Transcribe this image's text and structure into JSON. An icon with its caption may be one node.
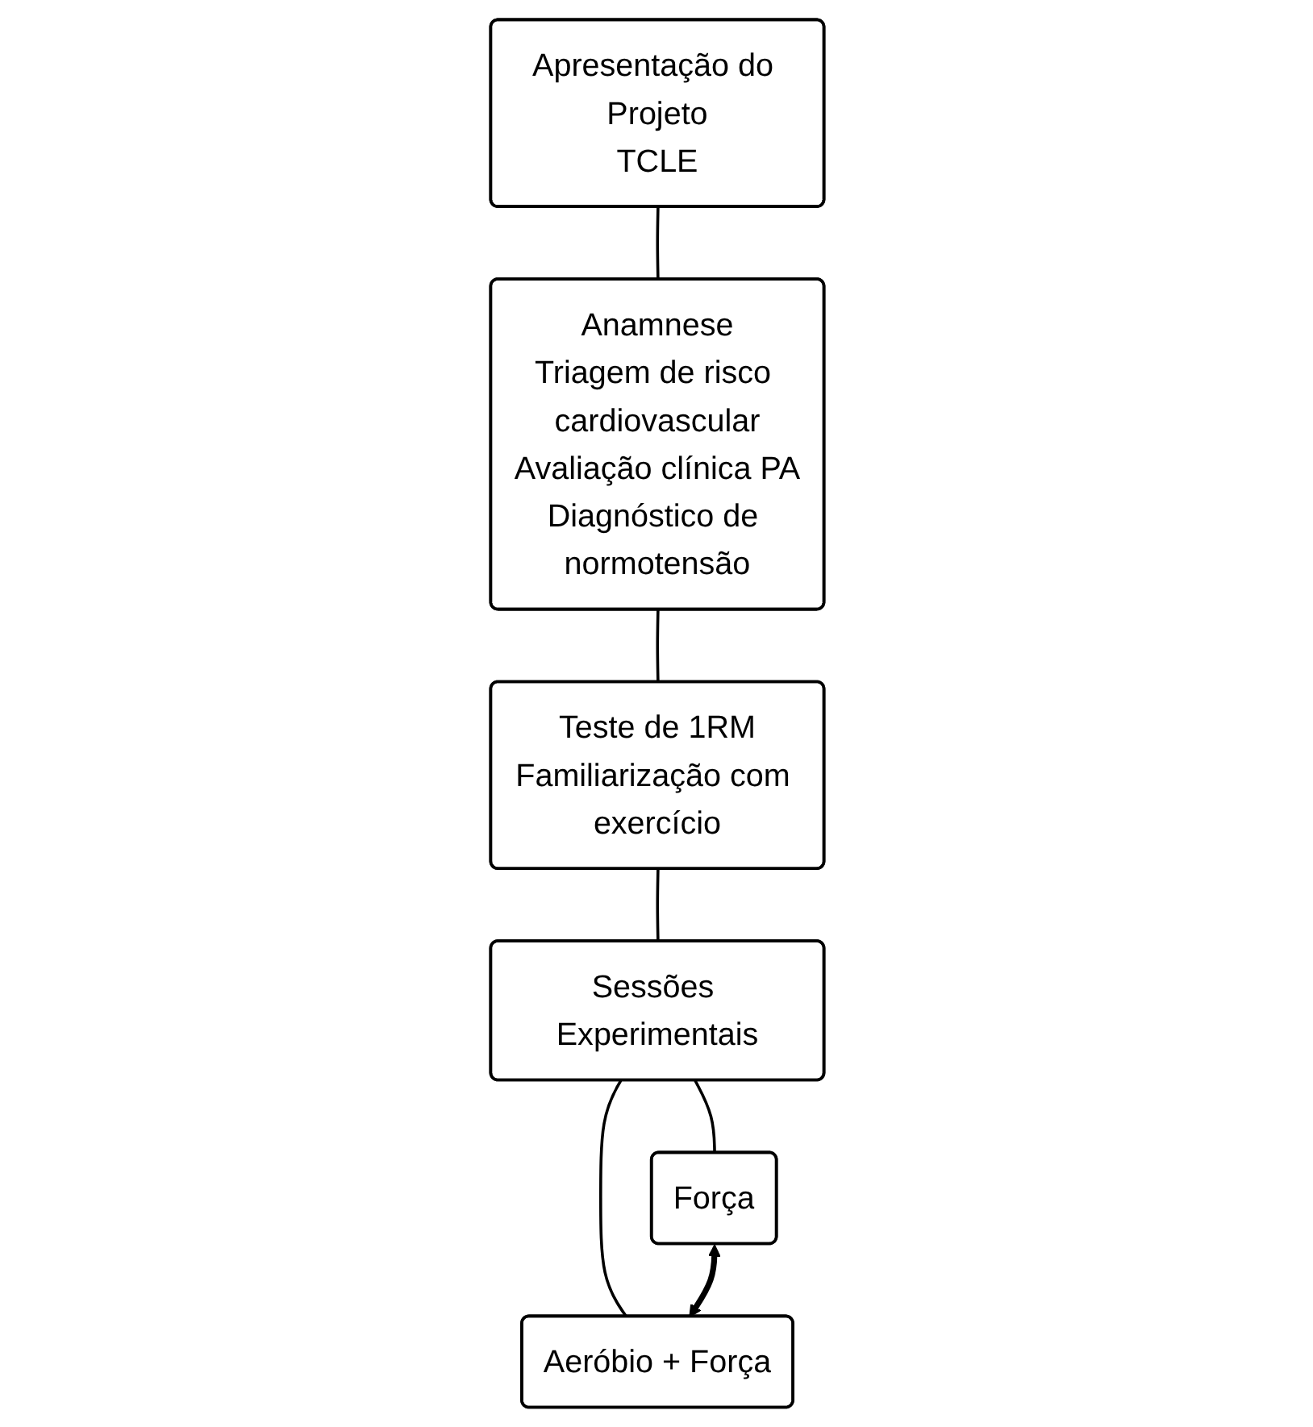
{
  "diagram": {
    "nodes": [
      {
        "text": [
          "Apresentação do Projeto",
          "TCLE"
        ]
      },
      {
        "text": [
          "Anamnese",
          "Triagem de risco cardiovascular",
          "Avaliação clínica PA",
          "Diagnóstico de normotensão"
        ]
      },
      {
        "text": [
          "Teste de 1RM",
          "Familiarização com exercício"
        ]
      },
      {
        "text": [
          "Sessões Experimentais"
        ]
      },
      {
        "text": [
          "Força"
        ]
      },
      {
        "text": [
          "Aeróbio + Força"
        ]
      }
    ],
    "edges": [
      {
        "from": 0,
        "to": 1,
        "arrow": "none"
      },
      {
        "from": 1,
        "to": 2,
        "arrow": "none"
      },
      {
        "from": 2,
        "to": 3,
        "arrow": "none"
      },
      {
        "from": 3,
        "to": 4,
        "arrow": "none"
      },
      {
        "from": 3,
        "to": 5,
        "arrow": "none"
      },
      {
        "from": 4,
        "to": 5,
        "arrow": "both",
        "style": "thick"
      }
    ]
  }
}
